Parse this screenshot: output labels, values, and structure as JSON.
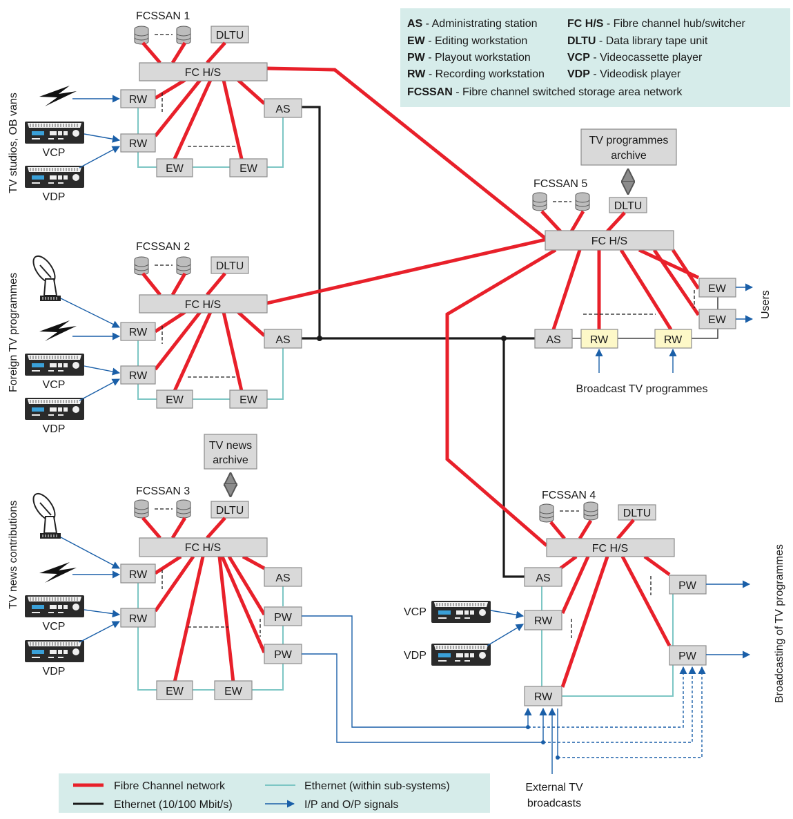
{
  "legend_top": {
    "items": [
      {
        "abbr": "AS",
        "text": " - Administrating station"
      },
      {
        "abbr": "EW",
        "text": " - Editing workstation"
      },
      {
        "abbr": "PW",
        "text": " - Playout workstation"
      },
      {
        "abbr": "RW",
        "text": " - Recording workstation"
      },
      {
        "abbr": "FC H/S",
        "text": " - Fibre channel hub/switcher"
      },
      {
        "abbr": "DLTU",
        "text": " - Data library tape unit"
      },
      {
        "abbr": "VCP",
        "text": " - Videocassette player"
      },
      {
        "abbr": "VDP",
        "text": " - Videodisk player"
      },
      {
        "abbr": "FCSSAN",
        "text": " - Fibre channel switched storage area network"
      }
    ]
  },
  "side_labels": {
    "studios": "TV studios, OB vans",
    "foreign": "Foreign TV programmes",
    "news": "TV news contributions",
    "users": "Users",
    "broadcasting": "Broadcasting of TV programmes"
  },
  "nodes": {
    "fcssan1": "FCSSAN 1",
    "fcssan2": "FCSSAN 2",
    "fcssan3": "FCSSAN 3",
    "fcssan4": "FCSSAN 4",
    "fcssan5": "FCSSAN 5",
    "fchs": "FC H/S",
    "dltu": "DLTU",
    "rw": "RW",
    "ew": "EW",
    "as": "AS",
    "pw": "PW",
    "vcp": "VCP",
    "vdp": "VDP",
    "tv_programmes_archive_1": "TV programmes",
    "tv_programmes_archive_2": "archive",
    "tv_news_archive_1": "TV news",
    "tv_news_archive_2": "archive",
    "broadcast_tv_programmes": "Broadcast TV programmes",
    "external_tv_1": "External TV",
    "external_tv_2": "broadcasts"
  },
  "legend_bottom": {
    "fibre": "Fibre Channel network",
    "ethernet": "Ethernet (10/100 Mbit/s)",
    "ethernet_sub": "Ethernet (within sub-systems)",
    "io": "I/P and O/P signals"
  },
  "colors": {
    "fibre": "#e8202a",
    "ethernet": "#1a1a1a",
    "ethernet_sub": "#7cc6c4",
    "signal": "#1a5fa8",
    "legend_bg": "#d6ecea",
    "box_fill": "#d9d9d9",
    "rw_highlight": "#fdf8c8"
  }
}
